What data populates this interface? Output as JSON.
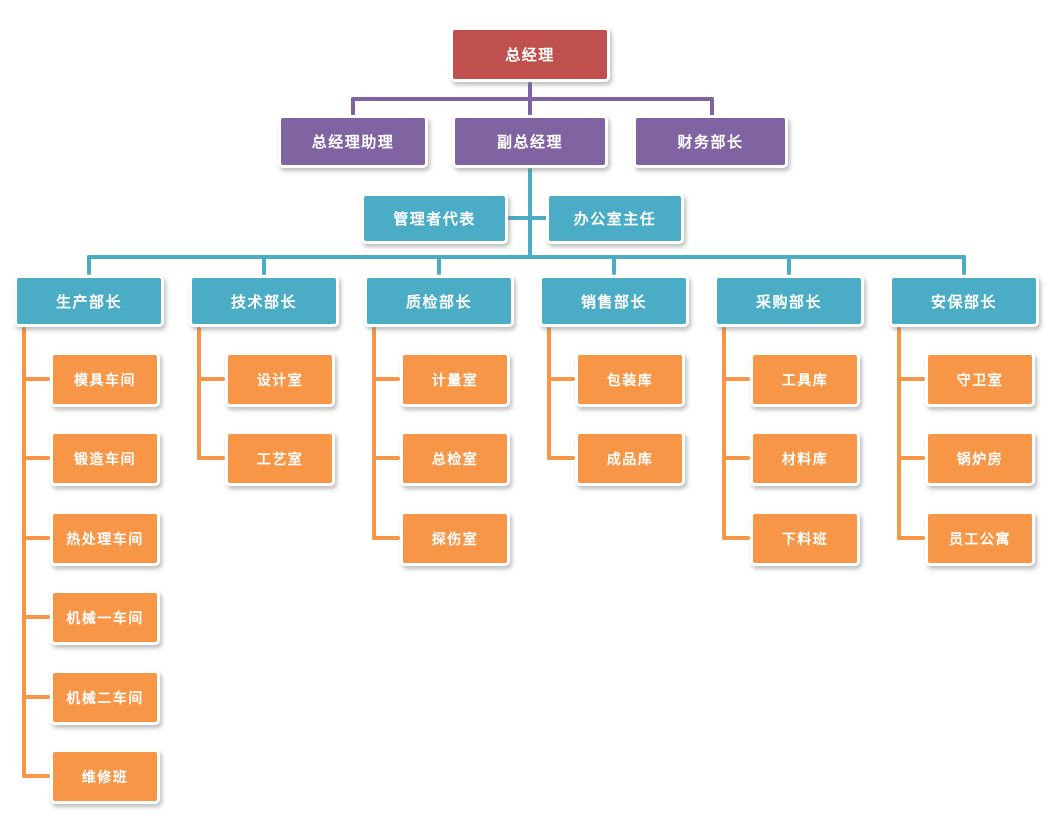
{
  "colors": {
    "root_fill": "#C0504D",
    "level2_fill": "#8064A2",
    "teal_fill": "#4BACC6",
    "child_fill": "#F79646",
    "purple_connector": "#8064A2",
    "teal_connector": "#4BACC6",
    "orange_connector": "#F79646",
    "background": "#FFFFFF",
    "node_text": "#FFFFFF"
  },
  "org": {
    "root": {
      "label": "总经理"
    },
    "level2": [
      {
        "label": "总经理助理"
      },
      {
        "label": "副总经理"
      },
      {
        "label": "财务部长"
      }
    ],
    "staff": [
      {
        "label": "管理者代表"
      },
      {
        "label": "办公室主任"
      }
    ],
    "departments": [
      {
        "label": "生产部长",
        "children": [
          "模具车间",
          "锻造车间",
          "热处理车间",
          "机械一车间",
          "机械二车间",
          "维修班"
        ]
      },
      {
        "label": "技术部长",
        "children": [
          "设计室",
          "工艺室"
        ]
      },
      {
        "label": "质检部长",
        "children": [
          "计量室",
          "总检室",
          "探伤室"
        ]
      },
      {
        "label": "销售部长",
        "children": [
          "包装库",
          "成品库"
        ]
      },
      {
        "label": "采购部长",
        "children": [
          "工具库",
          "材料库",
          "下料班"
        ]
      },
      {
        "label": "安保部长",
        "children": [
          "守卫室",
          "锅炉房",
          "员工公寓"
        ]
      }
    ]
  }
}
